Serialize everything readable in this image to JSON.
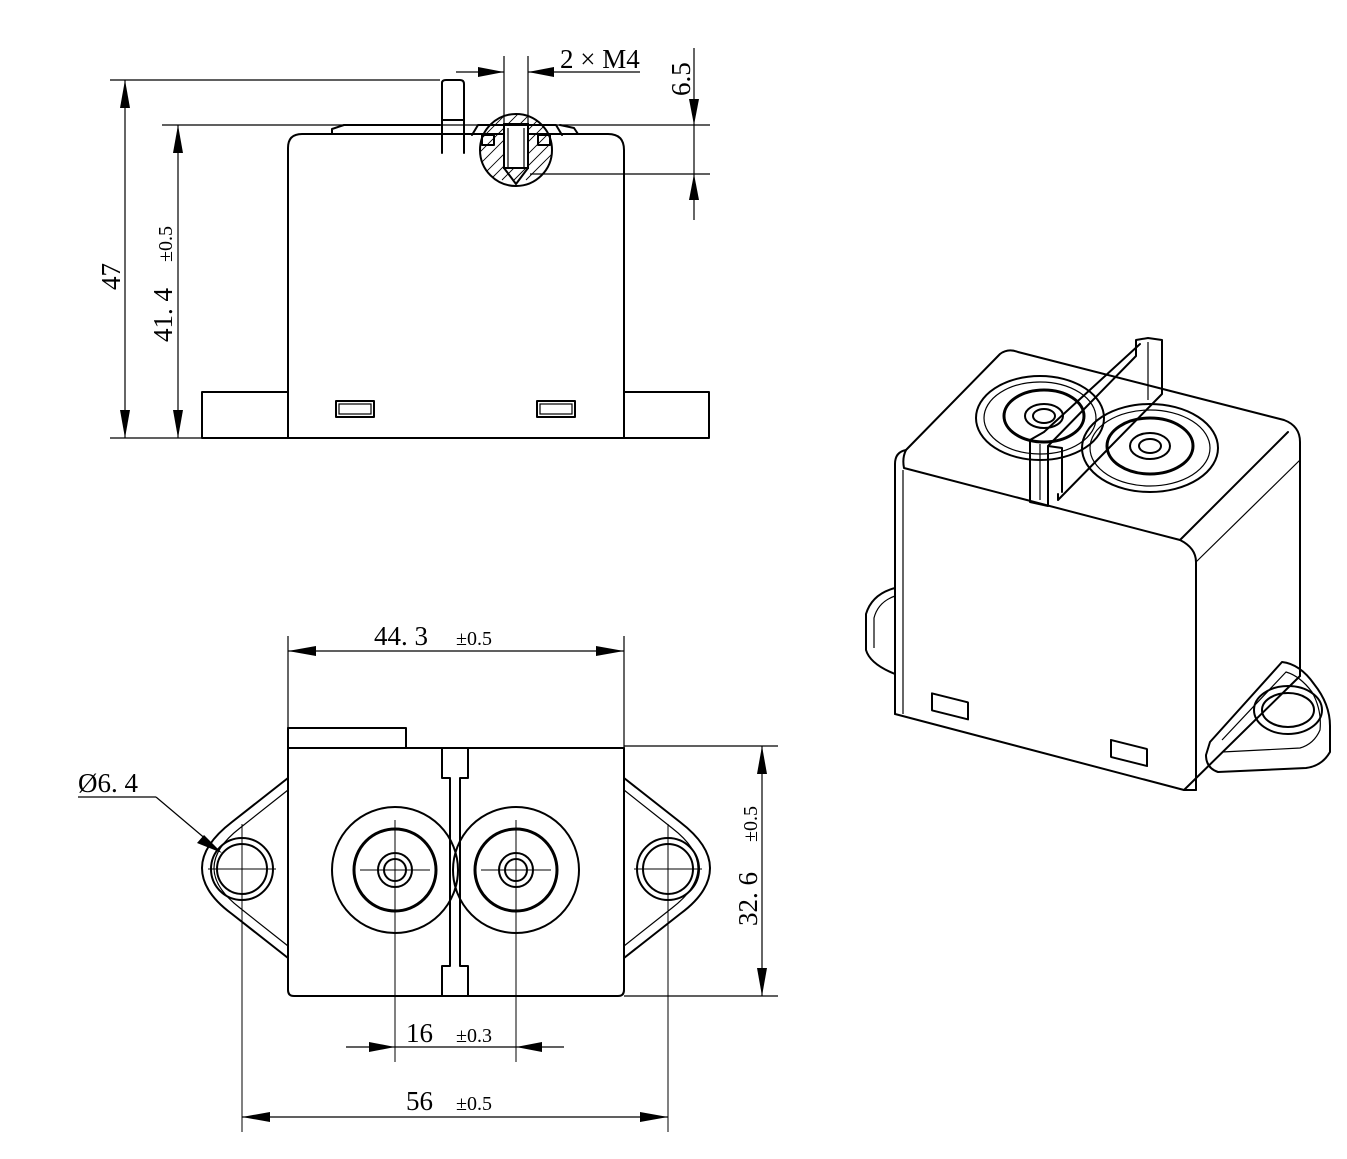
{
  "dimensions": {
    "thread": {
      "text": "2 × M4"
    },
    "thread_depth": {
      "text": "6.5"
    },
    "overall_height": {
      "text": "47"
    },
    "body_height": {
      "text": "41. 4",
      "tol": "±0.5"
    },
    "body_width": {
      "text": "44. 3",
      "tol": "±0.5"
    },
    "body_depth": {
      "text": "32. 6",
      "tol": "±0.5"
    },
    "hole_diameter": {
      "text": "Ø6. 4"
    },
    "terminal_pitch": {
      "text": "16",
      "tol": "±0.3"
    },
    "mount_pitch": {
      "text": "56",
      "tol": "±0.5"
    }
  }
}
